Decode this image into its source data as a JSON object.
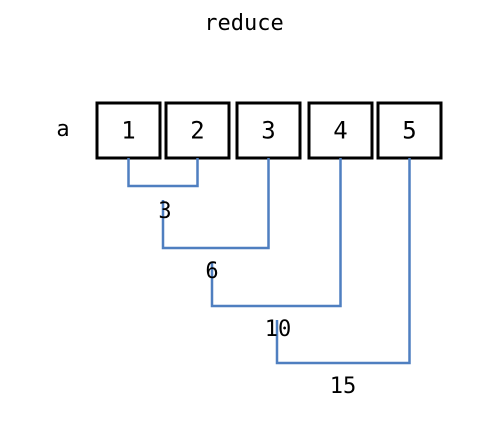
{
  "title": "reduce",
  "array": {
    "label": "a",
    "values": [
      "1",
      "2",
      "3",
      "4",
      "5"
    ]
  },
  "partial_results": [
    "3",
    "6",
    "10",
    "15"
  ],
  "colors": {
    "box_border": "#000000",
    "connector": "#4f7fc0",
    "text": "#000000",
    "background": "#ffffff"
  }
}
